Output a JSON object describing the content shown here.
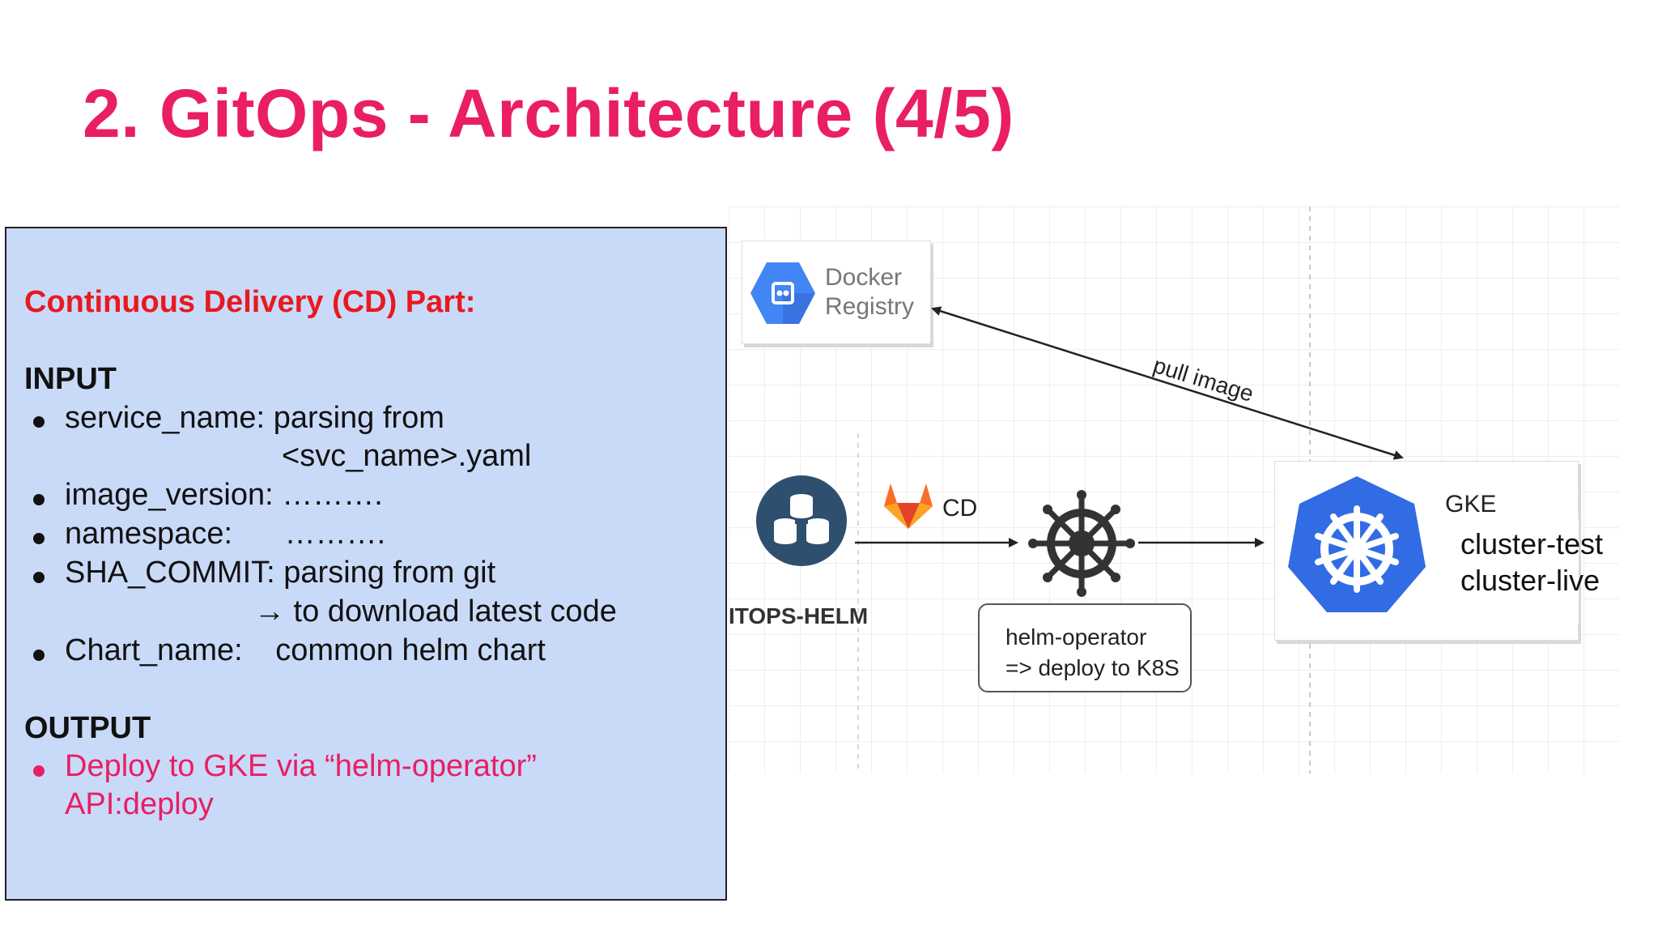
{
  "slide": {
    "title": "2. GitOps - Architecture (4/5)"
  },
  "info_box": {
    "heading": "Continuous Delivery (CD) Part:",
    "input_label": "INPUT",
    "input_items": [
      {
        "key": "service_name:",
        "value": "parsing from",
        "continuation": "<svc_name>.yaml"
      },
      {
        "key": "image_version:",
        "value": "………."
      },
      {
        "key": "namespace:",
        "value": "………."
      },
      {
        "key": "SHA_COMMIT:",
        "value": "parsing from git",
        "continuation": "→ to download latest code"
      },
      {
        "key": "Chart_name:",
        "value": "common helm chart"
      }
    ],
    "output_label": "OUTPUT",
    "output_items": [
      {
        "line1": "Deploy to GKE via “helm-operator”",
        "line2": "API:deploy"
      }
    ]
  },
  "diagram": {
    "docker_registry": {
      "line1": "Docker",
      "line2": "Registry",
      "icon": "docker-registry-icon"
    },
    "pull_image_label": "pull image",
    "repo_label": "ITOPS-HELM",
    "repo_icon": "database-cluster-icon",
    "cd_label": "CD",
    "gitlab_icon": "gitlab-fox-icon",
    "helm_icon": "helm-wheel-icon",
    "helm_operator": {
      "line1": "helm-operator",
      "line2": "=> deploy to K8S"
    },
    "gke": {
      "label": "GKE",
      "icon": "kubernetes-icon",
      "cluster_test": "cluster-test",
      "cluster_live": "cluster-live"
    },
    "colors": {
      "title_pink": "#e91e63",
      "heading_red": "#e8191f",
      "box_blue": "#c9daf8",
      "k8s_blue": "#326ce5",
      "gcp_blue": "#4285f4",
      "repo_navy": "#2f4f6f"
    }
  }
}
